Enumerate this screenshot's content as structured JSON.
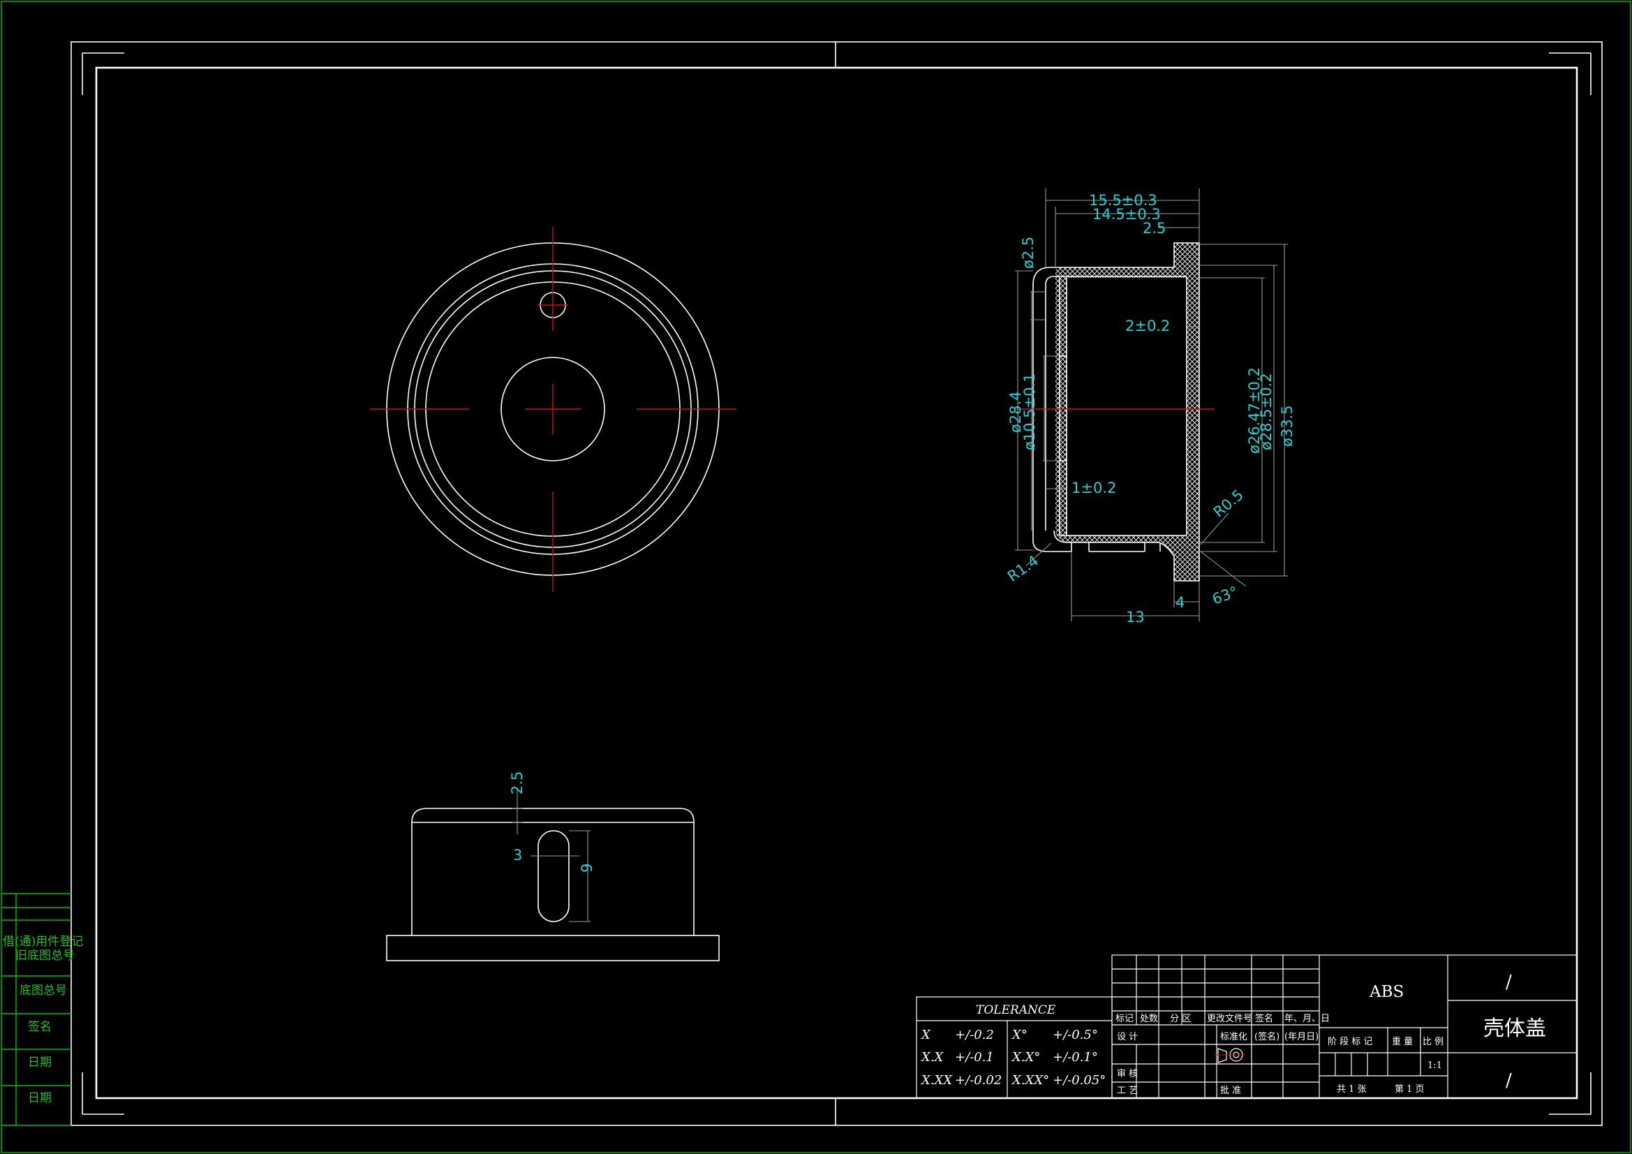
{
  "colors": {
    "background": "#000000",
    "line": "#ffffff",
    "center_line": "#d01010",
    "dimension_text": "#22d3d3",
    "side_strip": "#00c000"
  },
  "side_strip": {
    "cells": [
      "借(通)用件登记",
      "旧底图总号",
      "底图总号",
      "签名",
      "日期",
      "日期"
    ]
  },
  "dimensions": {
    "d1": "15.5±0.3",
    "d2": "14.5±0.3",
    "d3": "2.5",
    "d4": "ø2.5",
    "d5": "2±0.2",
    "d6": "ø28.4",
    "d7": "ø10.5±0.1",
    "d8": "ø26.47±0.2",
    "d9": "ø28.5±0.2",
    "d10": "ø33.5",
    "d11": "1±0.2",
    "d12": "R0.5",
    "d13": "R1.4",
    "d14": "4",
    "d15": "63°",
    "d16": "13",
    "b1": "2.5",
    "b2": "3",
    "b3": "9"
  },
  "tolerance": {
    "title": "TOLERANCE",
    "rows": [
      {
        "k1": "X",
        "v1": "+/-0.2",
        "k2": "X°",
        "v2": "+/-0.5°"
      },
      {
        "k1": "X.X",
        "v1": "+/-0.1",
        "k2": "X.X°",
        "v2": "+/-0.1°"
      },
      {
        "k1": "X.XX",
        "v1": "+/-0.02",
        "k2": "X.XX°",
        "v2": "+/-0.05°"
      }
    ]
  },
  "title_block": {
    "header_labels": [
      "标记",
      "处数",
      "分 区",
      "更改文件号",
      "签名",
      "年、月、日"
    ],
    "design": "设 计",
    "standard": "标准化",
    "signature": "(签名)",
    "date": "(年月日)",
    "review": "审 核",
    "process": "工 艺",
    "approve": "批 准",
    "stage_label": "阶 段 标 记",
    "weight_label": "重 量",
    "scale_label": "比 例",
    "scale_value": "1:1",
    "sheets_total": "共 1 张",
    "sheet_no": "第 1 页",
    "material": "ABS",
    "part_name": "壳体盖",
    "slash_top": "/",
    "slash_bottom": "/"
  }
}
